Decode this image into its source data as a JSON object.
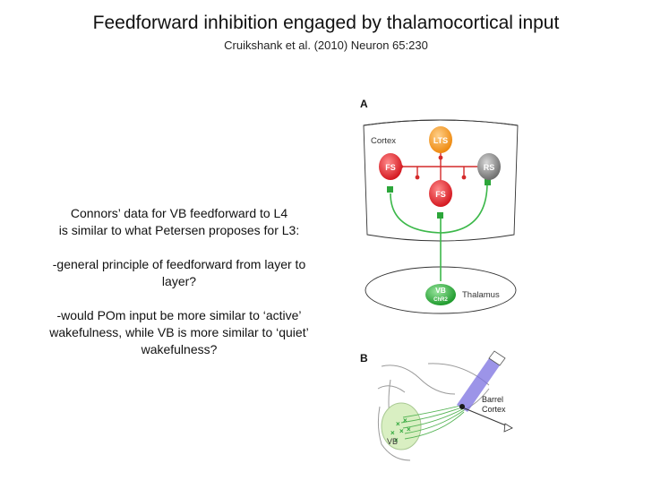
{
  "header": {
    "title": "Feedforward inhibition engaged by thalamocortical input",
    "citation": "Cruikshank et al. (2010) Neuron 65:230"
  },
  "notes": {
    "line1": "Connors’ data for VB feedforward to L4",
    "line2": "is similar to what Petersen proposes for L3:",
    "line3": "-general principle of feedforward from layer to",
    "line4": "layer?",
    "line5": "-would POm input be more similar to ‘active’",
    "line6": "wakefulness, while VB is more similar to ‘quiet’",
    "line7": "wakefulness?"
  },
  "figure": {
    "panel_a_label": "A",
    "panel_b_label": "B",
    "cortex_label": "Cortex",
    "thalamus_label": "Thalamus",
    "cells": {
      "lts": "LTS",
      "fs_left": "FS",
      "fs_center": "FS",
      "rs": "RS",
      "vb": "VB",
      "vb_sub": "ChR2"
    },
    "panel_b": {
      "barrel_label": "Barrel",
      "cortex_label": "Cortex",
      "vb_label": "VB"
    },
    "colors": {
      "fs": "#e8202a",
      "lts": "#f39a1c",
      "rs": "#8a8a8a",
      "vb": "#2cac3a",
      "axon_green": "#3cb84a",
      "axon_red": "#d42a2a",
      "probe": "#7b70e0"
    }
  }
}
